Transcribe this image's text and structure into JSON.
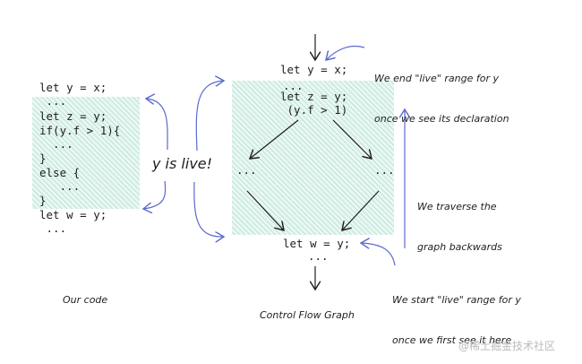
{
  "code_block": {
    "lines": [
      "let y = x;",
      " ...",
      "let z = y;",
      "if(y.f > 1){",
      "  ...",
      "}",
      "else {",
      "   ...",
      "}",
      "let w = y;",
      " ..."
    ],
    "caption": "Our code"
  },
  "live_label": "y is live!",
  "cfg": {
    "top_node": "let y = x;",
    "entry_lines": [
      "...",
      "let z = y;",
      " (y.f > 1)"
    ],
    "left_branch": "...",
    "right_branch": "...",
    "join_node": "let w = y;",
    "exit": "...",
    "caption": "Control Flow Graph"
  },
  "annotations": {
    "end_range": [
      "We end \"live\" range for y",
      "once we see its declaration"
    ],
    "traverse": [
      "We traverse the",
      "graph backwards"
    ],
    "start_range": [
      "We start \"live\" range for y",
      "once we first see it here"
    ]
  },
  "watermark": "@稀土掘金技术社区",
  "colors": {
    "hatch": "#63c3a4",
    "annotation_arrow": "#5b6ad0",
    "ink": "#1e1e1e"
  }
}
